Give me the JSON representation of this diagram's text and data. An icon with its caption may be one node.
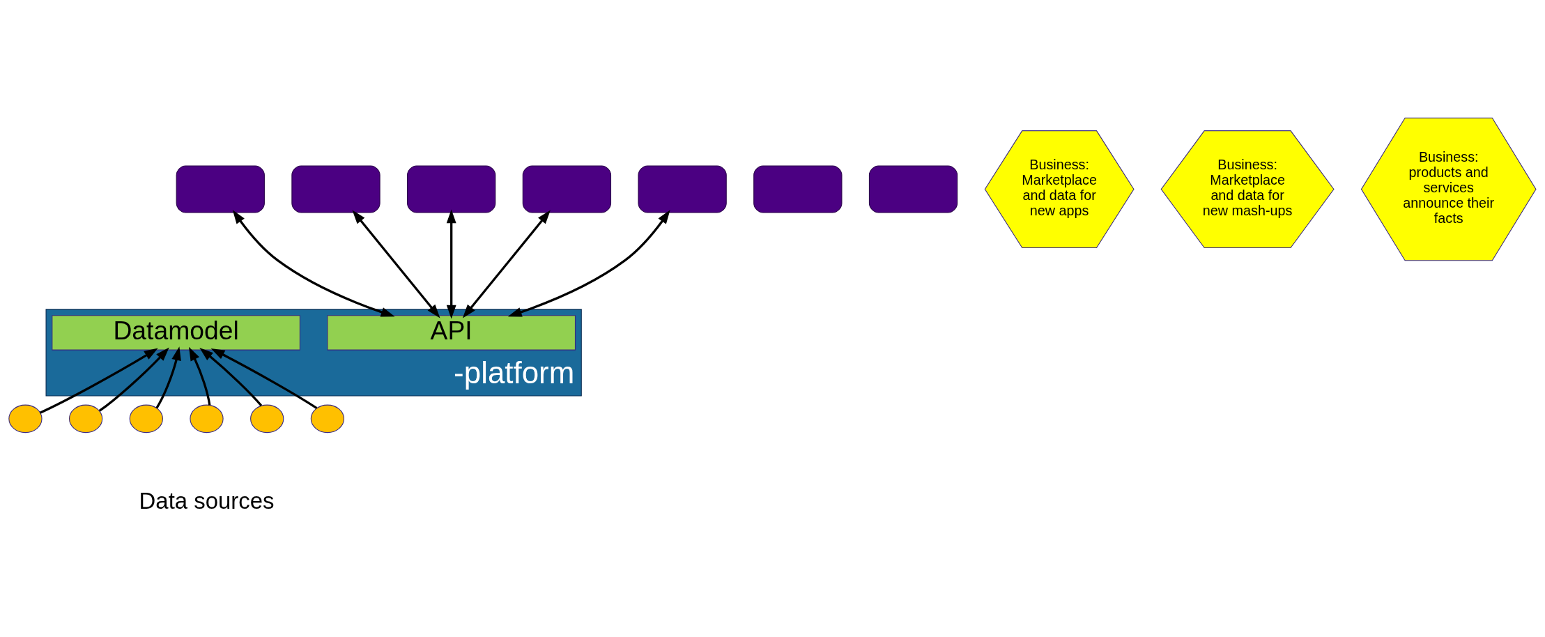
{
  "diagram": {
    "nodes": [
      {
        "text": [],
        "shape": "box"
      },
      {
        "text": [],
        "shape": "box"
      },
      {
        "text": [],
        "shape": "box"
      },
      {
        "text": [],
        "shape": "box"
      },
      {
        "text": [],
        "shape": "box"
      },
      {
        "text": [],
        "shape": "box"
      },
      {
        "text": [],
        "shape": "box"
      },
      {
        "text": [
          "Business: Marketplace and data for new apps"
        ]
      },
      {
        "text": [
          "Business: Marketplace and data for new mash-ups"
        ]
      },
      {
        "text": [
          "-platform"
        ]
      },
      {
        "text": [
          "API"
        ],
        "in": 9
      },
      {
        "text": [
          "Datamodel"
        ],
        "in": 9
      },
      {
        "text": [
          "Business: products and services announce their facts"
        ]
      },
      {
        "text": [],
        "shape": "circle"
      },
      {
        "text": [],
        "shape": "circle"
      },
      {
        "text": [],
        "shape": "circle"
      },
      {
        "text": [],
        "shape": "circle"
      },
      {
        "text": [],
        "shape": "circle"
      },
      {
        "text": [],
        "shape": "circle"
      }
    ],
    "edges": [
      {
        "from": 0,
        "to": 10,
        "arrow": "both"
      },
      {
        "from": 1,
        "to": 10,
        "arrow": "both"
      },
      {
        "from": 2,
        "to": 10,
        "arrow": "both"
      },
      {
        "from": 3,
        "to": 10,
        "arrow": "both"
      },
      {
        "from": 5,
        "to": 10,
        "arrow": "both"
      },
      {
        "from": 13,
        "to": 11,
        "arrow": "to"
      },
      {
        "from": 14,
        "to": 11,
        "arrow": "to"
      },
      {
        "from": 15,
        "to": 11,
        "arrow": "to"
      },
      {
        "from": 16,
        "to": 11,
        "arrow": "to"
      },
      {
        "from": 17,
        "to": 11,
        "arrow": "to"
      },
      {
        "from": 18,
        "to": 11,
        "arrow": "to"
      }
    ],
    "labels": [
      "Data sources"
    ]
  }
}
